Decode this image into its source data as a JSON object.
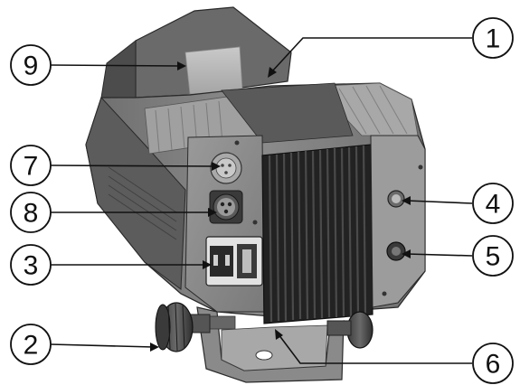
{
  "figure": {
    "subject": "device-rear-view",
    "colors": {
      "background": "#ffffff",
      "body_dark": "#5f5f5f",
      "body_mid": "#8a8a8a",
      "body_light": "#b4b4b4",
      "heatsink": "#2b2b2b",
      "line": "#111111"
    }
  },
  "callouts": [
    {
      "id": "callout-1",
      "label": "1"
    },
    {
      "id": "callout-2",
      "label": "2"
    },
    {
      "id": "callout-3",
      "label": "3"
    },
    {
      "id": "callout-4",
      "label": "4"
    },
    {
      "id": "callout-5",
      "label": "5"
    },
    {
      "id": "callout-6",
      "label": "6"
    },
    {
      "id": "callout-7",
      "label": "7"
    },
    {
      "id": "callout-8",
      "label": "8"
    },
    {
      "id": "callout-9",
      "label": "9"
    }
  ]
}
